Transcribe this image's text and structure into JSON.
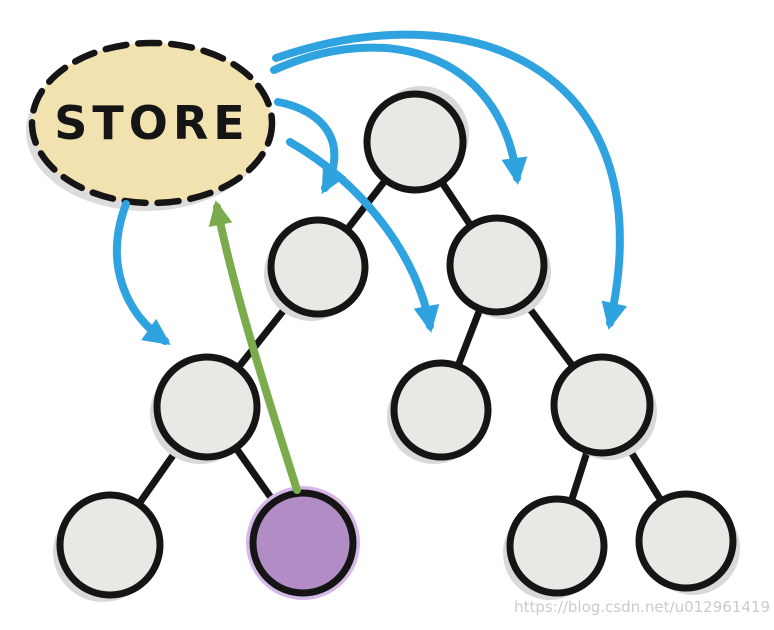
{
  "store": {
    "label": "STORE"
  },
  "watermark": {
    "text": "https://blog.csdn.net/u012961419"
  },
  "colors": {
    "background": "#ffffff",
    "store_fill": "#f2e2b0",
    "store_shadow": "#dcdcdc",
    "node_fill": "#e9e8e5",
    "node_stroke": "#151515",
    "node_shadow": "#d9d9d9",
    "highlight_fill": "#b18cc5",
    "highlight_shadow": "#d5b8e6",
    "arrow_blue": "#2fa3df",
    "arrow_green": "#7cab4d"
  },
  "diagram": {
    "type": "binary-tree-with-store",
    "node_count": 10,
    "highlighted_node_count": 1,
    "blue_arrow_count": 5,
    "green_arrow_count": 1
  }
}
